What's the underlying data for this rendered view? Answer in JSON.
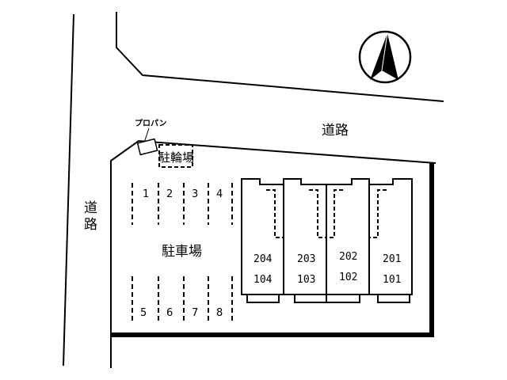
{
  "labels": {
    "road_top": "道路",
    "road_left": [
      "道",
      "路"
    ],
    "parking_lot": "駐車場",
    "bicycle_parking": "駐輪場",
    "propane": "プロパン"
  },
  "parking_spaces": {
    "top_row": [
      "1",
      "2",
      "3",
      "4"
    ],
    "bottom_row": [
      "5",
      "6",
      "7",
      "8"
    ]
  },
  "units": [
    {
      "upper": "204",
      "lower": "104"
    },
    {
      "upper": "203",
      "lower": "103"
    },
    {
      "upper": "202",
      "lower": "102"
    },
    {
      "upper": "201",
      "lower": "101"
    }
  ],
  "compass": {
    "icon": "north-arrow-icon"
  },
  "colors": {
    "line": "#000000",
    "background": "#ffffff"
  }
}
